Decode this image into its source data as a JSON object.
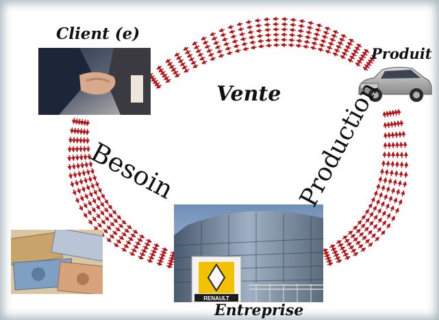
{
  "labels": {
    "client": "Client (e)",
    "produit": "Produit",
    "vente": "Vente",
    "besoin": "Besoin",
    "production": "Production",
    "entreprise": "Entreprise"
  },
  "brand": {
    "sign_text": "RENAULT",
    "sign_color": "#f2c200"
  },
  "colors": {
    "arrow": "#b31217",
    "label": "#111111"
  },
  "icons": [
    "handshake-photo",
    "money-photo",
    "building-photo",
    "car-photo"
  ]
}
